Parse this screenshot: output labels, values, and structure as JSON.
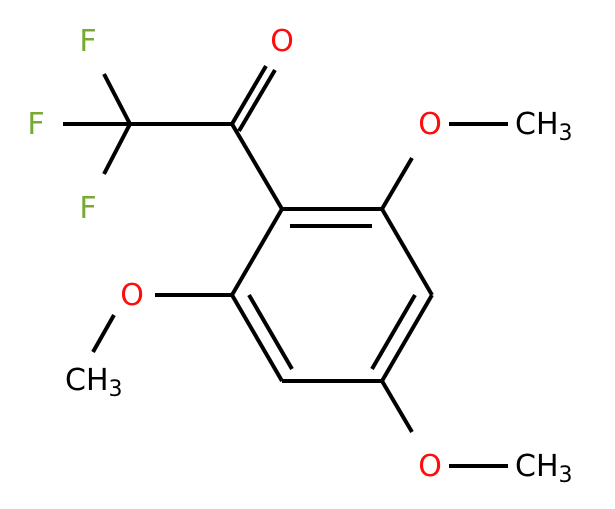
{
  "colors": {
    "bond": "#000000",
    "oxygen": "#ff0d0d",
    "fluorine": "#77aa33",
    "carbon": "#000000",
    "background": "#ffffff"
  },
  "atoms": {
    "f_top": "F",
    "f_mid": "F",
    "f_low": "F",
    "o_carbonyl": "O",
    "o_right": "O",
    "o_left": "O",
    "o_bottom": "O",
    "ch3_right": {
      "main": "CH",
      "sub": "3"
    },
    "ch3_left": {
      "main": "CH",
      "sub": "3"
    },
    "ch3_bottom": {
      "main": "CH",
      "sub": "3"
    }
  }
}
